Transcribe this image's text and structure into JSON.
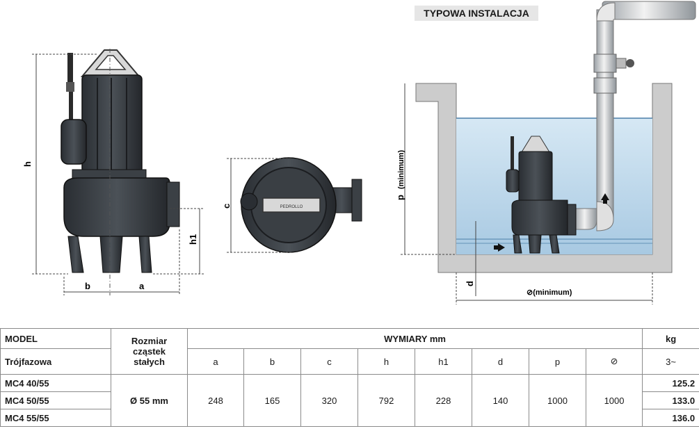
{
  "drawing": {
    "install_title": "TYPOWA INSTALACJA",
    "side_labels": {
      "h": "h",
      "h1": "h1",
      "b": "b",
      "a": "a"
    },
    "top_labels": {
      "c": "c"
    },
    "install_labels": {
      "p": "p",
      "p_min": "(minimum)",
      "d": "d",
      "width": "⊘(minimum)"
    },
    "brand": "PEDROLLO"
  },
  "table": {
    "header": {
      "model": "MODEL",
      "phase": "Trójfazowa",
      "solids_line1": "Rozmiar",
      "solids_line2": "cząstek",
      "solids_line3": "stałych",
      "dims_title": "WYMIARY mm",
      "kg": "kg",
      "phase_symbol": "3~",
      "cols": [
        "a",
        "b",
        "c",
        "h",
        "h1",
        "d",
        "p",
        "⊘"
      ]
    },
    "solids_value": "Ø 55 mm",
    "dims": [
      "248",
      "165",
      "320",
      "792",
      "228",
      "140",
      "1000",
      "1000"
    ],
    "rows": [
      {
        "model": "MC4 40/55",
        "kg": "125.2"
      },
      {
        "model": "MC4 50/55",
        "kg": "133.0"
      },
      {
        "model": "MC4 55/55",
        "kg": "136.0"
      }
    ]
  }
}
